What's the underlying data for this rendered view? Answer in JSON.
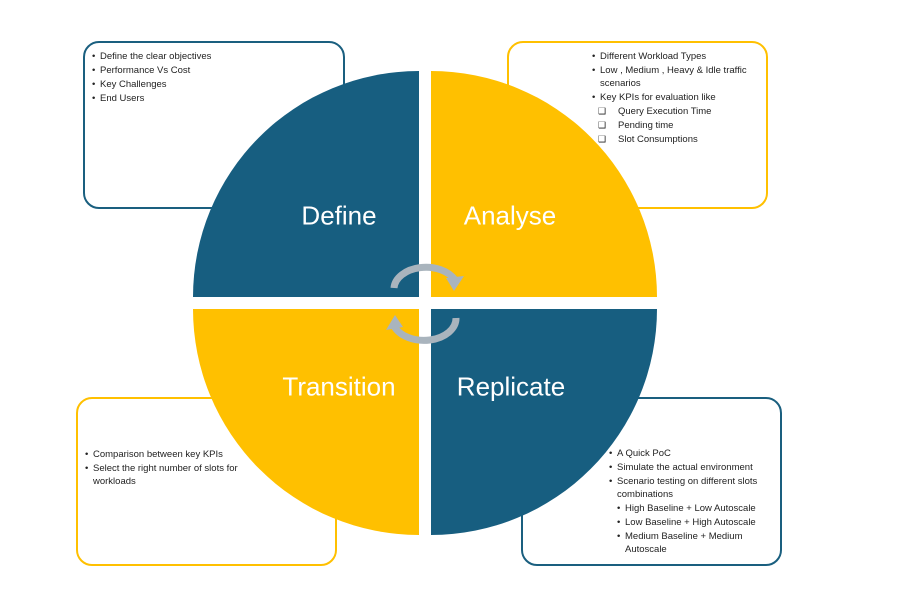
{
  "colors": {
    "blue": "#175e80",
    "yellow": "#ffc000",
    "arrow": "#a9b4bd"
  },
  "define": {
    "label": "Define",
    "items": [
      "Define the clear objectives",
      "Performance Vs Cost",
      "Key Challenges",
      "End Users"
    ]
  },
  "analyse": {
    "label": "Analyse",
    "items": [
      "Different Workload Types",
      "Low , Medium , Heavy & Idle traffic scenarios",
      "Key KPIs for evaluation like"
    ],
    "kpis": [
      "Query Execution Time",
      "Pending time",
      "Slot Consumptions"
    ]
  },
  "transition": {
    "label": "Transition",
    "items": [
      "Comparison between key KPIs",
      "Select the right number of slots for workloads"
    ]
  },
  "replicate": {
    "label": "Replicate",
    "items": [
      "A Quick PoC",
      "Simulate the actual environment",
      "Scenario testing on different slots combinations"
    ],
    "scenarios": [
      "High Baseline + Low Autoscale",
      "Low Baseline + High Autoscale",
      "Medium Baseline + Medium Autoscale"
    ]
  }
}
